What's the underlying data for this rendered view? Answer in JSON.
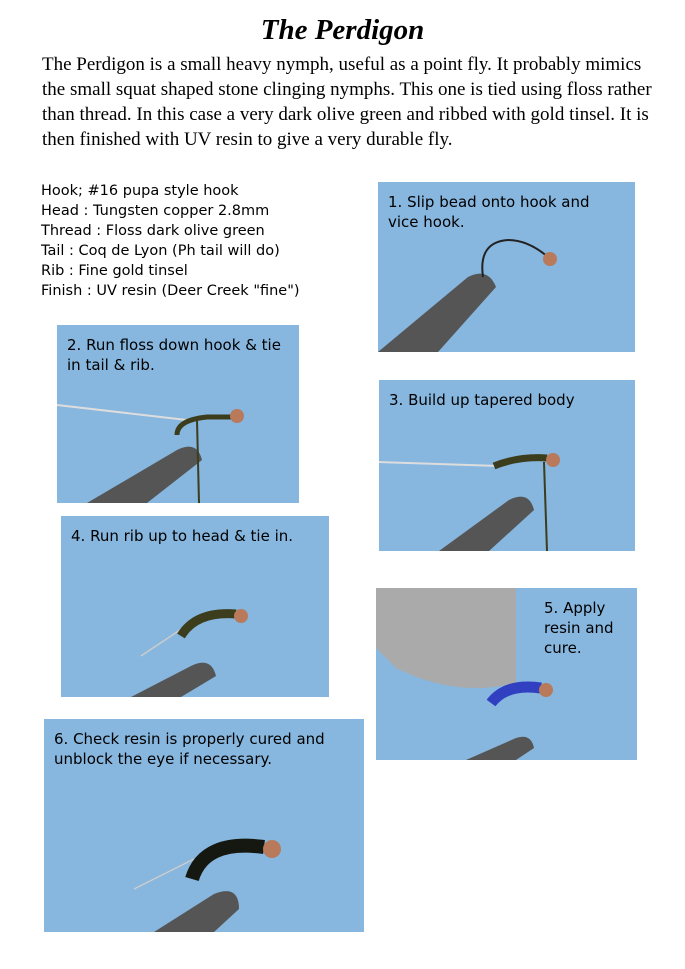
{
  "title": "The Perdigon",
  "intro": "The Perdigon is a small heavy nymph, useful as a point fly. It probably mimics the small squat shaped stone clinging nymphs. This one is tied using floss rather than thread. In this case a very dark olive green and ribbed with gold tinsel. It is then finished with UV resin to give a very durable fly.",
  "materials": [
    "Hook; #16 pupa style hook",
    "Head : Tungsten copper 2.8mm",
    "Thread : Floss dark olive green",
    "Tail : Coq de Lyon (Ph tail will do)",
    "Rib : Fine gold tinsel",
    "Finish : UV resin (Deer Creek \"fine\")"
  ],
  "steps": [
    {
      "caption": "1. Slip bead onto hook and vice hook."
    },
    {
      "caption": "2. Run floss down hook & tie in tail & rib."
    },
    {
      "caption": "3. Build up tapered body"
    },
    {
      "caption": "4. Run rib up to head & tie in."
    },
    {
      "caption": "5. Apply resin and cure."
    },
    {
      "caption": "6. Check resin is properly cured and unblock the eye if necessary."
    }
  ]
}
